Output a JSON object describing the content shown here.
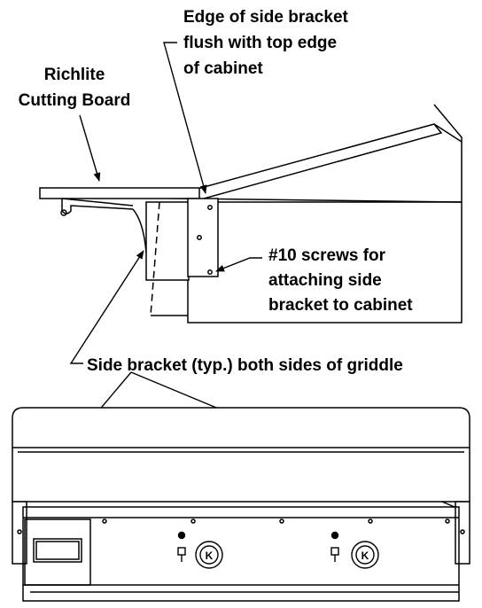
{
  "labels": {
    "edge_bracket": [
      "Edge of side bracket",
      "flush with top edge",
      "of cabinet"
    ],
    "cutting_board": [
      "Richlite",
      "Cutting Board"
    ],
    "screws": [
      "#10 screws for",
      "attaching side",
      "bracket to cabinet"
    ],
    "side_bracket": "Side bracket (typ.) both sides of griddle"
  },
  "colors": {
    "line": "#000000",
    "background": "#ffffff"
  }
}
